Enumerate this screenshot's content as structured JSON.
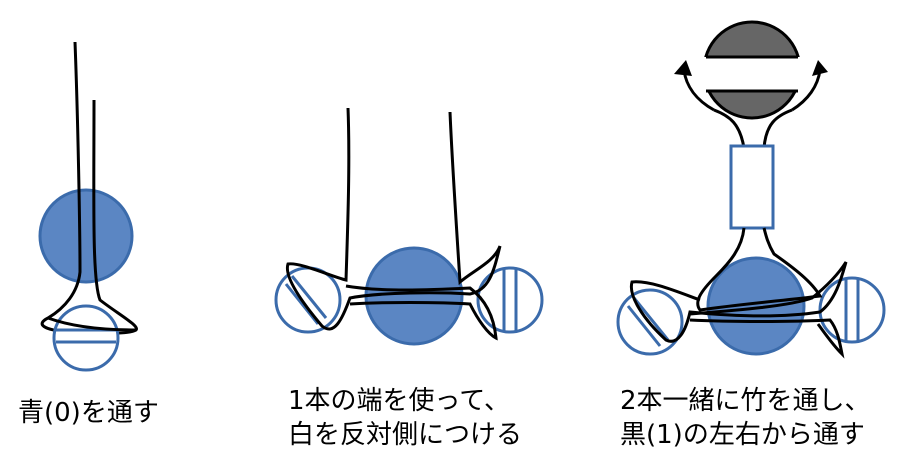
{
  "colors": {
    "blue_fill": "#5b86c3",
    "blue_stroke": "#3b6bab",
    "white_fill": "#ffffff",
    "dark_gray": "#666666",
    "line": "#000000"
  },
  "steps": [
    {
      "caption_lines": [
        "青(0)を通す"
      ]
    },
    {
      "caption_lines": [
        "1本の端を使って、",
        "白を反対側につける"
      ]
    },
    {
      "caption_lines": [
        "2本一緒に竹を通し、",
        "黒(1)の左右から通す"
      ]
    }
  ]
}
